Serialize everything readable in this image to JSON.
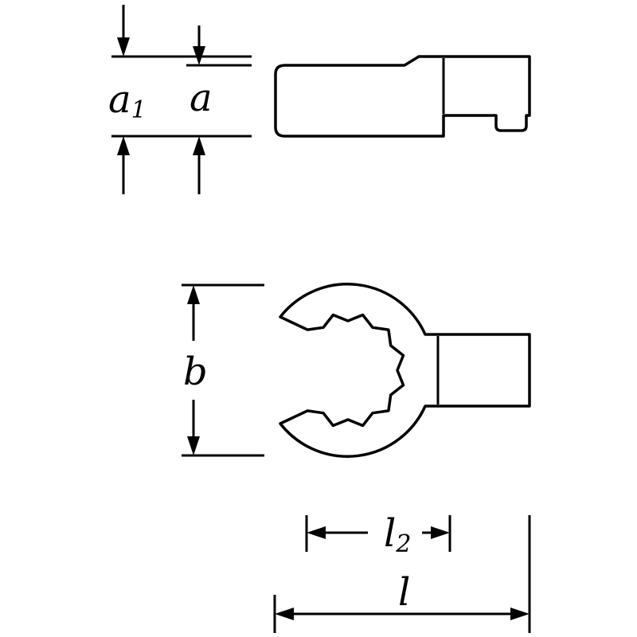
{
  "colors": {
    "line": "#000000",
    "background": "#ffffff"
  },
  "labels": {
    "a1": {
      "base": "a",
      "sub": "1"
    },
    "a": {
      "base": "a",
      "sub": ""
    },
    "b": {
      "base": "b",
      "sub": ""
    },
    "l2": {
      "base": "l",
      "sub": "2"
    },
    "l": {
      "base": "l",
      "sub": ""
    }
  }
}
